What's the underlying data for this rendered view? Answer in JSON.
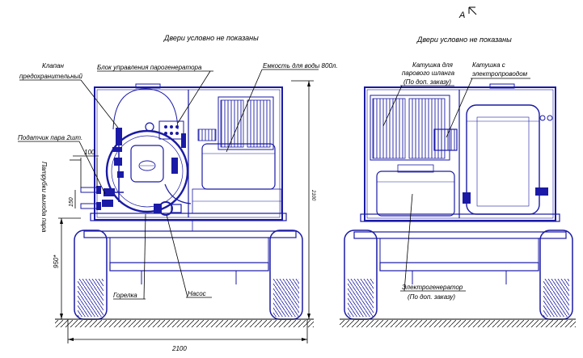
{
  "view_marker": "A",
  "left_view": {
    "doors_note": "Двери условно не показаны",
    "labels": {
      "valve": "Клапан",
      "valve_2": "предохранительный",
      "control_unit": "Блок управления парогенератора",
      "water_tank": "Емкость для воды 800л.",
      "steam_sensor": "Податчик пара 2шт.",
      "outlet_pipes": "Патрубки выхода пара",
      "burner": "Горелка",
      "pump": "Насос"
    },
    "dimensions": {
      "pipe_width": "100",
      "pipe_spacing": "150",
      "ground_height": "950*",
      "total_height": "2100",
      "overall_width": "2100"
    }
  },
  "right_view": {
    "doors_note": "Двери условно не показаны",
    "labels": {
      "steam_reel": "Катушка для",
      "steam_reel_2": "парового шланга",
      "steam_reel_3": "(По доп. заказу)",
      "power_reel": "Катушка с",
      "power_reel_2": "электропроводом",
      "generator": "Электрогенератор",
      "generator_2": "(По доп. заказу)"
    }
  }
}
